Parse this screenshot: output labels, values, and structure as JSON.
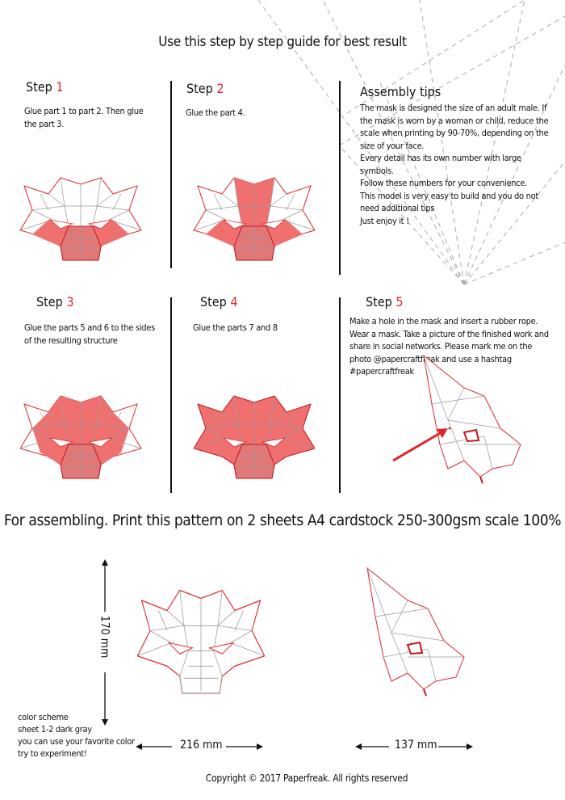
{
  "title": "Use this step by step guide for best result",
  "steps": [
    {
      "label": "Step",
      "number": "1",
      "text": "Glue part 1 to part 2. Then glue the part 3."
    },
    {
      "label": "Step",
      "number": "2",
      "text": "Glue the part 4."
    },
    {
      "label": "Step",
      "number": "3",
      "text": "Glue the parts 5 and 6 to the sides of the resulting structure"
    },
    {
      "label": "Step",
      "number": "4",
      "text": "Glue the parts 7 and 8"
    },
    {
      "label": "Step",
      "number": "5",
      "text": "Make a hole in the mask and insert a rubber rope. Wear a mask. Take a picture of the finished work and share in social networks. Please mark me on the photo @papercraftfreak and use a hashtag #papercraftfreak"
    }
  ],
  "tips": {
    "heading": "Assembly tips",
    "lines": [
      "The mask is designed the size of an adult male. If the mask is worn by a woman or child, reduce the scale when printing by 90-70%, depending on the size of your face.",
      "Every detail has its own number with large symbols.",
      "Follow these numbers for your convenience.",
      "This model is very easy to build and you do not need additional tips",
      "Just enjoy it !"
    ]
  },
  "print_heading": "For assembling. Print this pattern on 2 sheets A4 cardstock 250-300gsm scale 100%",
  "dimensions": {
    "height": "170 mm",
    "width_front": "216 mm",
    "width_side": "137 mm"
  },
  "color_scheme": [
    "color  scheme",
    "sheet   1-2 dark gray",
    "you can use your favorite color",
    "try to experiment!"
  ],
  "copyright": "Copyright © 2017 Paperfreak. All rights reserved",
  "colors": {
    "accent": "#e0262b",
    "fill": "#f07070",
    "line": "#888888"
  }
}
